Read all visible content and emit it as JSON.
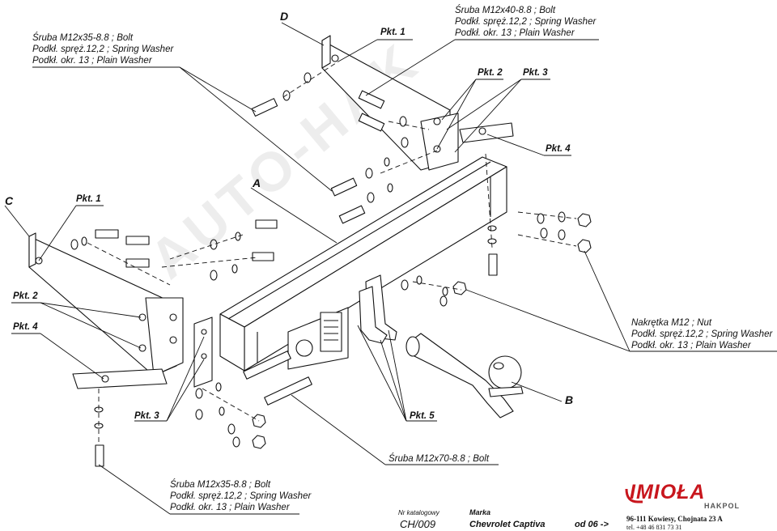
{
  "callouts": {
    "bolt_top_left": [
      "Śruba M12x35-8.8 ;  Bolt",
      "Podkł. spręż.12,2 ; Spring Washer",
      "Podkł. okr. 13 ; Plain Washer"
    ],
    "bolt_top_right": [
      "Śruba M12x40-8.8 ;  Bolt",
      "Podkł. spręż.12,2 ; Spring Washer",
      "Podkł. okr. 13 ; Plain Washer"
    ],
    "nut_right": [
      "Nakrętka  M12 ; Nut",
      "Podkł. spręż.12,2 ; Spring Washer",
      "Podkł. okr. 13 ; Plain Washer"
    ],
    "bolt_long": "Śruba M12x70-8.8 ;  Bolt",
    "bolt_bottom": [
      "Śruba M12x35-8.8 ;  Bolt",
      "Podkł. spręż.12,2 ; Spring Washer",
      "Podkł. okr. 13 ; Plain Washer"
    ]
  },
  "tags": {
    "pkt1_top": "Pkt. 1",
    "pkt2_top": "Pkt. 2",
    "pkt3_top": "Pkt. 3",
    "pkt4_top": "Pkt. 4",
    "pkt1_left": "Pkt. 1",
    "pkt2_left": "Pkt. 2",
    "pkt4_left": "Pkt. 4",
    "pkt3_bottom": "Pkt. 3",
    "pkt5": "Pkt. 5"
  },
  "part_letters": {
    "a": "A",
    "b": "B",
    "c": "C",
    "d": "D"
  },
  "footer": {
    "catalog_label": "Nr katalogowy",
    "catalog_number": "CH/009",
    "make_label": "Marka",
    "make_value": "Chevrolet Captiva",
    "from_year": "od 06 ->"
  },
  "brand": {
    "logo_text": "IMIOŁA",
    "logo_sub": "HAKPOL",
    "address": "96-111 Kowiesy, Chojnata 23 A",
    "phone": "tel. +48 46 831 73 31",
    "watermark": "AUTO-HAK"
  },
  "colors": {
    "line": "#111111",
    "logo_red": "#c8161d"
  }
}
